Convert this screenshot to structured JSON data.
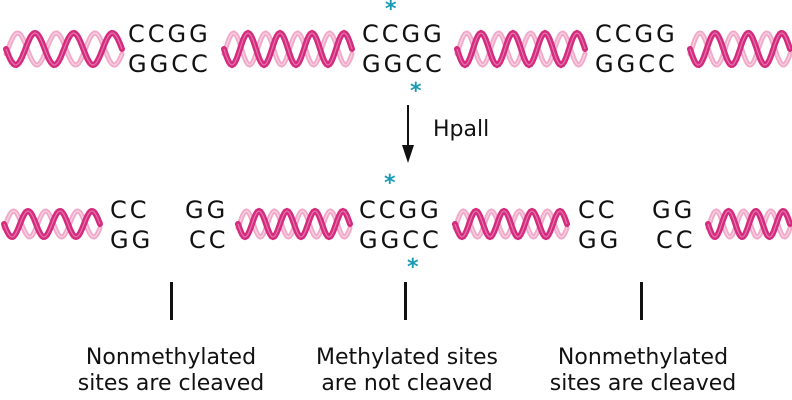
{
  "diagram": {
    "enzyme": "HpaII",
    "enzyme_label": "Hpall",
    "colors": {
      "helix": "#d42b7e",
      "helix_light": "#f2a9c9",
      "methyl_mark": "#1a9bb5",
      "text": "#111111"
    },
    "top_row": {
      "sites": [
        {
          "top": "CCGG",
          "bottom": "GGCC",
          "methylated": false
        },
        {
          "top": "CCGG",
          "bottom": "GGCC",
          "methylated": true,
          "mark": "*"
        },
        {
          "top": "CCGG",
          "bottom": "GGCC",
          "methylated": false
        }
      ]
    },
    "bottom_row": {
      "sites": [
        {
          "left_top": "CC",
          "left_bottom": "GG",
          "right_top": "GG",
          "right_bottom": "CC",
          "cleaved": true
        },
        {
          "top": "CCGG",
          "bottom": "GGCC",
          "cleaved": false,
          "mark": "*"
        },
        {
          "left_top": "CC",
          "left_bottom": "GG",
          "right_top": "GG",
          "right_bottom": "CC",
          "cleaved": true
        }
      ]
    },
    "captions": [
      {
        "line1": "Nonmethylated",
        "line2": "sites are cleaved"
      },
      {
        "line1": "Methylated sites",
        "line2": "are not cleaved"
      },
      {
        "line1": "Nonmethylated",
        "line2": "sites are cleaved"
      }
    ]
  }
}
